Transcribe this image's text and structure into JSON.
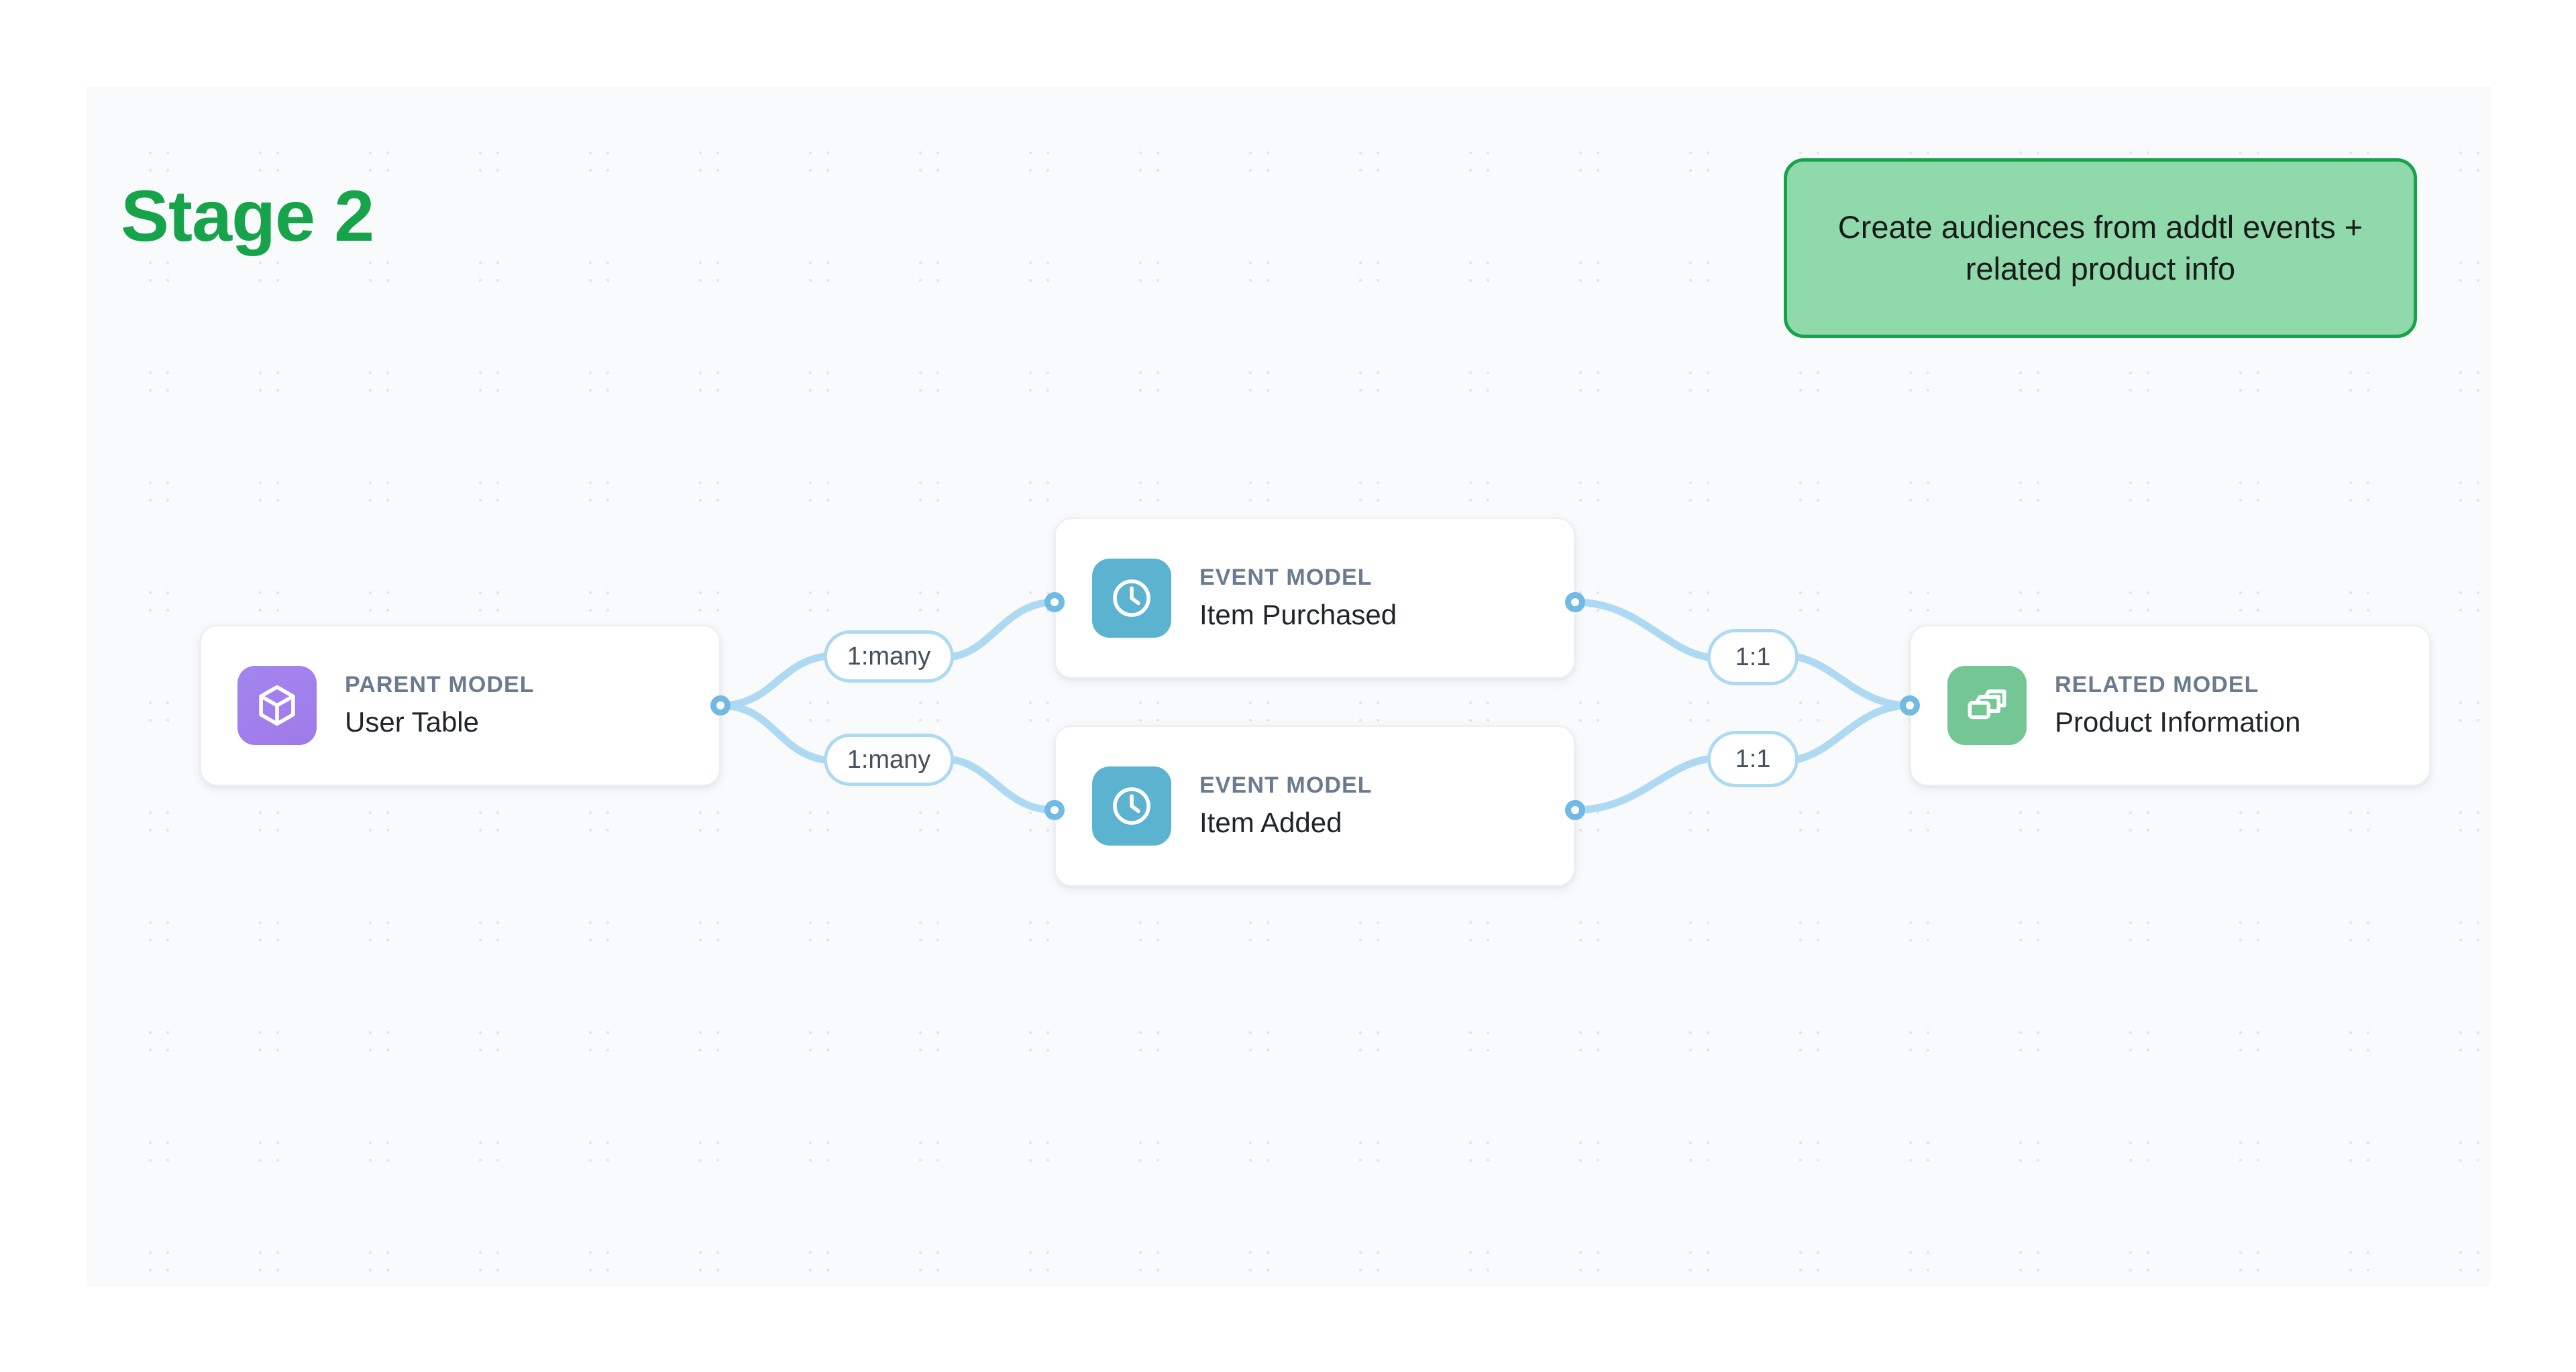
{
  "page": {
    "stage_title": "Stage 2"
  },
  "callout": {
    "text": "Create audiences from addtl events + related product info",
    "fill_color": "#8fd9ab",
    "border_color": "#16a34a"
  },
  "theme": {
    "title_color": "#16a34a",
    "canvas_bg": "#f8fafc",
    "edge_color": "#aed9f2",
    "handle_color": "#72b9e3",
    "node_kind_color": "#6b7b8f",
    "node_name_color": "#20242b"
  },
  "diagram": {
    "nodes": [
      {
        "id": "parent",
        "kind": "PARENT MODEL",
        "name": "User Table",
        "icon": "cube-icon",
        "badge_color": "#9f7aea"
      },
      {
        "id": "event-1",
        "kind": "EVENT MODEL",
        "name": "Item Purchased",
        "icon": "clock-icon",
        "badge_color": "#5cb3cf"
      },
      {
        "id": "event-2",
        "kind": "EVENT MODEL",
        "name": "Item Added",
        "icon": "clock-icon",
        "badge_color": "#5cb3cf"
      },
      {
        "id": "related",
        "kind": "RELATED MODEL",
        "name": "Product Information",
        "icon": "layers-icon",
        "badge_color": "#74c794"
      }
    ],
    "edges": [
      {
        "id": "e1",
        "from": "parent",
        "to": "event-1",
        "label": "1:many"
      },
      {
        "id": "e2",
        "from": "parent",
        "to": "event-2",
        "label": "1:many"
      },
      {
        "id": "e3",
        "from": "event-1",
        "to": "related",
        "label": "1:1"
      },
      {
        "id": "e4",
        "from": "event-2",
        "to": "related",
        "label": "1:1"
      }
    ]
  }
}
